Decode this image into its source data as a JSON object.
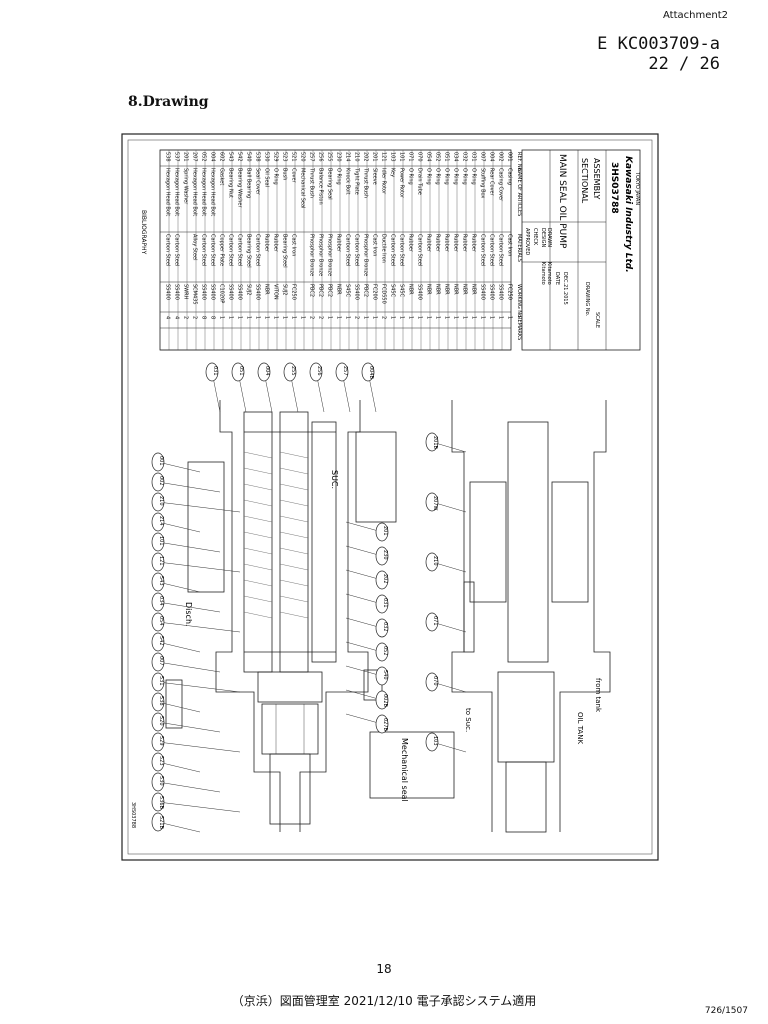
{
  "header": {
    "attachment": "Attachment2",
    "doc_number": "E KC003709-a",
    "page_ratio": "22 / 26"
  },
  "section_title": "8.Drawing",
  "drawing": {
    "bibliography_label": "BIBLIOGRAPHY",
    "title_block": {
      "title_lines": [
        "MAIN SEAL OIL PUMP",
        "SECTIONAL",
        "ASSEMBLY"
      ],
      "drawing_no": "3HS03788",
      "company": "Kawasaki Industry Ltd.",
      "location": "TOKYO JAPAN",
      "scale_label": "SCALE",
      "drawing_no_label": "DRAWING No.",
      "date_label": "DATE",
      "date": "DEC.21.2015",
      "approved_label": "APPROVED",
      "checked_label": "CHECK",
      "designed_label": "DESIGN",
      "drawn_label": "DRAWN",
      "designer": "Kitamoto",
      "drawer": "Kitamoto"
    },
    "parts_list_headers": [
      "REF. No.",
      "NAME OF ARTICLES",
      "MATERIALS",
      "WORKING No.",
      "REMARKS"
    ],
    "parts_list": [
      {
        "ref": "538",
        "name": "Hexagon Head Bolt",
        "material": "Carbon Steel",
        "spec": "SS400",
        "qty": "4"
      },
      {
        "ref": "537",
        "name": "Hexagon Head Bolt",
        "material": "Carbon Steel",
        "spec": "SS400",
        "qty": "4"
      },
      {
        "ref": "201",
        "name": "Spring Washer",
        "material": "",
        "spec": "SWRH",
        "qty": "2"
      },
      {
        "ref": "207",
        "name": "Hexagon Head Bolt",
        "material": "Alloy Steel",
        "spec": "SCM435",
        "qty": "2"
      },
      {
        "ref": "052",
        "name": "Hexagon Head Bolt",
        "material": "Carbon Steel",
        "spec": "SS400",
        "qty": "8"
      },
      {
        "ref": "004",
        "name": "Hexagon Head Bolt",
        "material": "Carbon Steel",
        "spec": "SS400",
        "qty": "8"
      },
      {
        "ref": "602",
        "name": "Gasket",
        "material": "Copper Plate",
        "spec": "C1020P",
        "qty": "1"
      },
      {
        "ref": "543",
        "name": "Bearing Nut",
        "material": "Carbon Steel",
        "spec": "SS400",
        "qty": "1"
      },
      {
        "ref": "542",
        "name": "Bearing Washer",
        "material": "Carbon Steel",
        "spec": "SS400",
        "qty": "1"
      },
      {
        "ref": "540",
        "name": "Ball Bearing",
        "material": "Bearing Steel",
        "spec": "SUJ2",
        "qty": "1"
      },
      {
        "ref": "538",
        "name": "Seal Cover",
        "material": "Carbon Steel",
        "spec": "SS400",
        "qty": "1"
      },
      {
        "ref": "530",
        "name": "Oil Seal",
        "material": "Rubber",
        "spec": "NBR",
        "qty": "1"
      },
      {
        "ref": "529",
        "name": "O Ring",
        "material": "Rubber",
        "spec": "VITON",
        "qty": "1"
      },
      {
        "ref": "523",
        "name": "Bush",
        "material": "Bearing Steel",
        "spec": "SUJ2",
        "qty": "1"
      },
      {
        "ref": "521",
        "name": "Cover",
        "material": "Cast Iron",
        "spec": "FC250",
        "qty": "1"
      },
      {
        "ref": "520",
        "name": "Mechanical Seal",
        "material": "",
        "spec": "",
        "qty": "1"
      },
      {
        "ref": "257",
        "name": "Thrust Bush",
        "material": "Phosphor Bronze",
        "spec": "PBC2",
        "qty": "2"
      },
      {
        "ref": "256",
        "name": "Balance Piston",
        "material": "Phosphor Bronze",
        "spec": "PBC2",
        "qty": "2"
      },
      {
        "ref": "255",
        "name": "Bearing Seal",
        "material": "Phosphor Bronze",
        "spec": "PBC2",
        "qty": "1"
      },
      {
        "ref": "230",
        "name": "O Ring",
        "material": "Rubber",
        "spec": "NBR",
        "qty": "1"
      },
      {
        "ref": "214",
        "name": "Knock Bolt",
        "material": "Carbon Steel",
        "spec": "S45C",
        "qty": "1"
      },
      {
        "ref": "210",
        "name": "Tight Plate",
        "material": "Carbon Steel",
        "spec": "SS400",
        "qty": "2"
      },
      {
        "ref": "202",
        "name": "Thrust Bush",
        "material": "Phosphor Bronze",
        "spec": "PBC2",
        "qty": "1"
      },
      {
        "ref": "201",
        "name": "Sleeve",
        "material": "Cast Iron",
        "spec": "FC200",
        "qty": "1"
      },
      {
        "ref": "121",
        "name": "Idler Rotor",
        "material": "Ductile Iron",
        "spec": "FCD550",
        "qty": "2"
      },
      {
        "ref": "103",
        "name": "Key",
        "material": "Carbon Steel",
        "spec": "S45C",
        "qty": "1"
      },
      {
        "ref": "101",
        "name": "Power Rotor",
        "material": "Carbon Steel",
        "spec": "S45C",
        "qty": "1"
      },
      {
        "ref": "071",
        "name": "O Ring",
        "material": "Rubber",
        "spec": "NBR",
        "qty": "1"
      },
      {
        "ref": "070",
        "name": "Drain Tube",
        "material": "Carbon Steel",
        "spec": "SS400",
        "qty": "1"
      },
      {
        "ref": "054",
        "name": "O Ring",
        "material": "Rubber",
        "spec": "NBR",
        "qty": "1"
      },
      {
        "ref": "052",
        "name": "O Ring",
        "material": "Rubber",
        "spec": "NBR",
        "qty": "1"
      },
      {
        "ref": "051",
        "name": "O Ring",
        "material": "Rubber",
        "spec": "NBR",
        "qty": "1"
      },
      {
        "ref": "034",
        "name": "O Ring",
        "material": "Rubber",
        "spec": "NBR",
        "qty": "1"
      },
      {
        "ref": "032",
        "name": "O Ring",
        "material": "Rubber",
        "spec": "NBR",
        "qty": "1"
      },
      {
        "ref": "031",
        "name": "O Ring",
        "material": "Rubber",
        "spec": "NBR",
        "qty": "1"
      },
      {
        "ref": "007",
        "name": "Stuffing Box",
        "material": "Carbon Steel",
        "spec": "SS400",
        "qty": "1"
      },
      {
        "ref": "004",
        "name": "Rear Cover",
        "material": "Carbon Steel",
        "spec": "SS400",
        "qty": "1"
      },
      {
        "ref": "002",
        "name": "Casing Cover",
        "material": "Carbon Steel",
        "spec": "SS400",
        "qty": "1"
      },
      {
        "ref": "001",
        "name": "Casing",
        "material": "Cast Iron",
        "spec": "FC250",
        "qty": "1"
      }
    ],
    "balloons_left": [
      "001",
      "002",
      "210",
      "214",
      "101",
      "121",
      "543",
      "034",
      "054",
      "542",
      "007",
      "531",
      "538",
      "520",
      "529",
      "523",
      "530",
      "536B",
      "521B"
    ],
    "balloons_right": [
      "201",
      "230",
      "202",
      "031",
      "032",
      "052",
      "540",
      "002B",
      "027B"
    ],
    "balloons_top": [
      "031",
      "051",
      "004",
      "255",
      "256",
      "257",
      "004B"
    ],
    "balloons_section_b": [
      "201B",
      "207W",
      "210",
      "071",
      "070",
      "103"
    ],
    "labels": {
      "suction": "SUC.",
      "discharge": "Disch.",
      "mechanical_seal": "Mechanical seal",
      "oil_tank": "OIL TANK",
      "to_suc": "to Suc.",
      "from_tank": "from tank"
    },
    "side_note": "3HS03788"
  },
  "footer": {
    "page_number": "18",
    "approval_text": "（京浜）図面管理室 2021/12/10 電子承認システム適用",
    "page_count": "726/1507"
  }
}
